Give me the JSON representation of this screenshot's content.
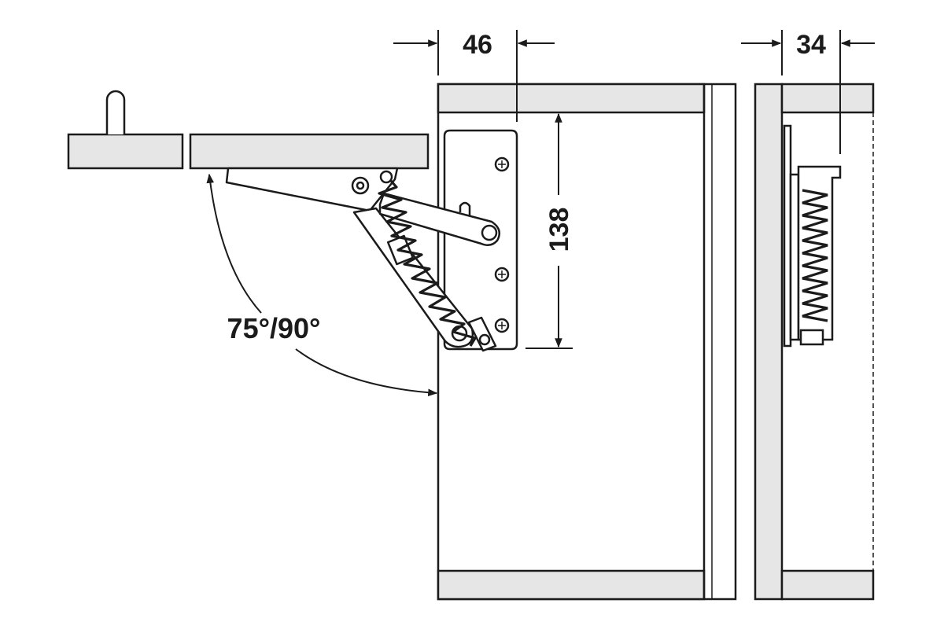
{
  "diagram": {
    "dimensions": {
      "side_depth": "46",
      "front_depth": "34",
      "height": "138",
      "opening_angle": "75°/90°"
    },
    "colors": {
      "outline": "#1b1b1b",
      "panel_fill": "#e6e6e6",
      "background": "#ffffff",
      "hardware_fill": "#ffffff"
    }
  }
}
